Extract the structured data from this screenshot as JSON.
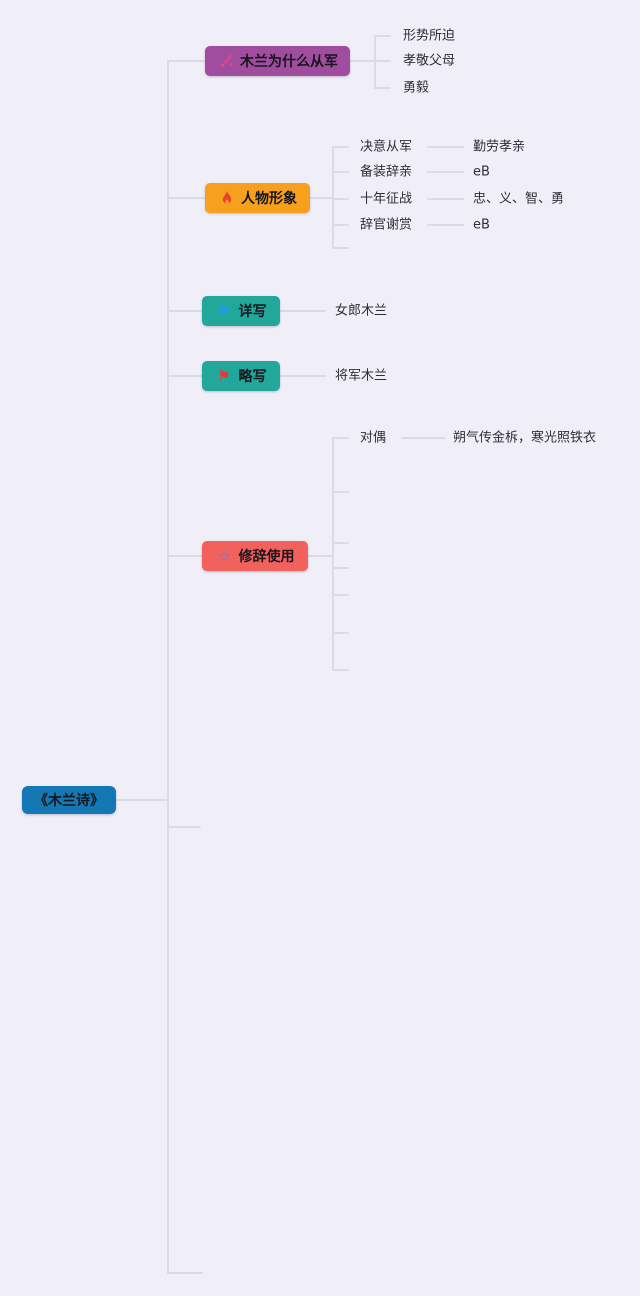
{
  "canvas": {
    "background_color": "#F0EFF7",
    "connector_color": "#DBDBE5"
  },
  "root": {
    "label": "《木兰诗》",
    "color": "#1478B5",
    "empty_branch_stubs": 2
  },
  "branches": [
    {
      "label": "木兰为什么从军",
      "color": "#A04DA0",
      "icon": "pink-mark-icon",
      "icon_color": "#E8417E",
      "children": [
        {
          "label": "形势所迫"
        },
        {
          "label": "孝敬父母"
        },
        {
          "label": "勇毅"
        }
      ]
    },
    {
      "label": "人物形象",
      "color": "#F7A01D",
      "icon": "flame-icon",
      "icon_color": "#E8432F",
      "empty_child_stubs": 1,
      "children": [
        {
          "label": "决意从军",
          "children": [
            {
              "label": "勤劳孝亲"
            }
          ]
        },
        {
          "label": "备装辞亲",
          "children": [
            {
              "label": "eB"
            }
          ]
        },
        {
          "label": "十年征战",
          "children": [
            {
              "label": "忠、义、智、勇"
            }
          ]
        },
        {
          "label": "辞官谢赏",
          "children": [
            {
              "label": "eB"
            }
          ]
        }
      ]
    },
    {
      "label": "详写",
      "color": "#22A79B",
      "icon": "blue-flag-icon",
      "icon_color": "#2196F3",
      "icon_glyph": "⚑",
      "children": [
        {
          "label": "女郎木兰"
        }
      ]
    },
    {
      "label": "略写",
      "color": "#22A79B",
      "icon": "red-flag-icon",
      "icon_color": "#E53935",
      "icon_glyph": "⚑",
      "children": [
        {
          "label": "将军木兰"
        }
      ]
    },
    {
      "label": "修辞使用",
      "color": "#F2615C",
      "icon": "star-icon",
      "icon_color": "#6A79CC",
      "icon_glyph": "☆",
      "empty_child_stubs": 6,
      "children": [
        {
          "label": "对偶",
          "children": [
            {
              "label": "朔气传金柝，寒光照铁衣"
            }
          ]
        }
      ]
    }
  ]
}
